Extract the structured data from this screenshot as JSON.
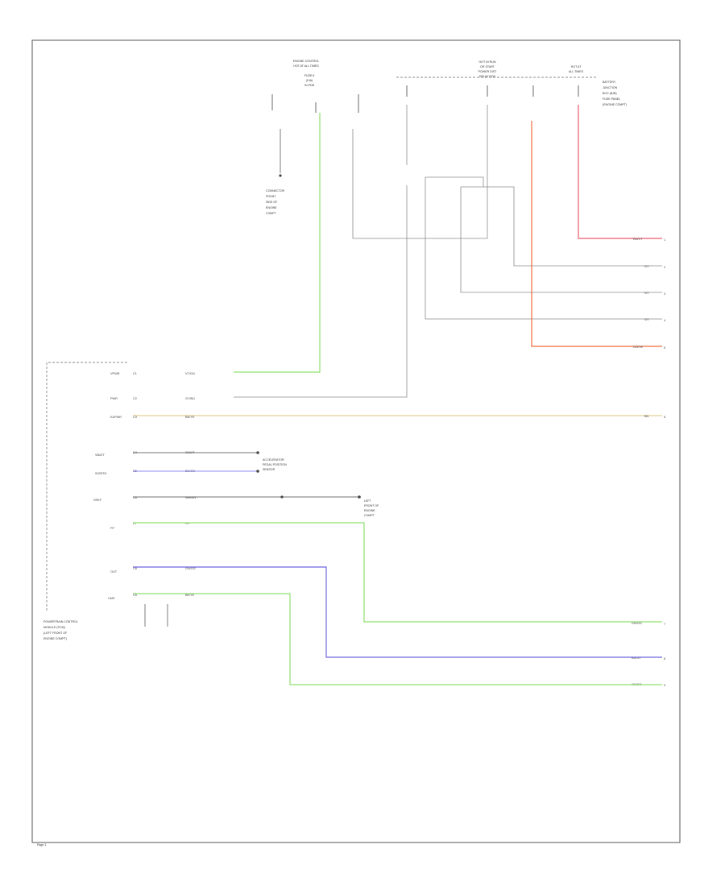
{
  "colors": {
    "ltgreen": "#8fe06e",
    "orange": "#f06a3c",
    "pink": "#f05a6e",
    "blue": "#6d68e0",
    "tan": "#e8d9a6",
    "gray": "#8c8c8c",
    "lightgray": "#c4c4c4",
    "border": "#555555"
  },
  "labels": {
    "top_left_component": [
      "ENGINE CONTROL",
      "HOT AT ALL TIMES",
      "FUSE 8",
      "(10A)",
      "IN PDB"
    ],
    "top_mid_component": [
      "HOT IN RUN",
      "OR START",
      "POWER DIST",
      "RELAY BOX"
    ],
    "top_right_component": [
      "HOT AT",
      "ALL TIMES"
    ],
    "right_side_note": [
      "BATTERY",
      "JUNCTION",
      "BOX (BJB)",
      "FUSE PANEL",
      "(ENGINE COMPT)"
    ],
    "left_stack_note": [
      "CONNECTOR",
      "FRONT",
      "SIDE OF",
      "ENGINE",
      "COMPT"
    ],
    "pcm_block": [
      "POWERTRAIN CONTROL",
      "MODULE (PCM)",
      "(LEFT FRONT OF",
      "ENGINE COMPT)"
    ],
    "ground_block": [
      "LEFT",
      "FRONT OF",
      "ENGINE",
      "COMPT"
    ],
    "accel_note": [
      "ACCELERATOR",
      "PEDAL POSITION",
      "SENSOR"
    ],
    "pcm_pins": [
      "VPWR",
      "PWR",
      "KAPWR",
      "VBATT",
      "SIGRTN",
      "VREF",
      "FP",
      "OUT",
      "CMS"
    ],
    "pin_numbers": [
      "C1",
      "C2",
      "C3",
      "C4",
      "C5",
      "C6",
      "C7",
      "C8",
      "C9"
    ],
    "wire_codes": [
      "VT/GN",
      "GY/BU",
      "BN/YE",
      "GN/VT",
      "BU/OG",
      "WH/GN",
      "GY",
      "GN/OG",
      "BK/YE"
    ],
    "right_ends": [
      "RD/VT",
      "GY",
      "GY",
      "GY",
      "OG/YE",
      "BN",
      "GN/OG",
      "BU/GY",
      "GN/OG"
    ],
    "right_nums": [
      "1",
      "2",
      "3",
      "4",
      "5",
      "6",
      "7",
      "8",
      "9"
    ],
    "page_ref": "Page 1"
  }
}
